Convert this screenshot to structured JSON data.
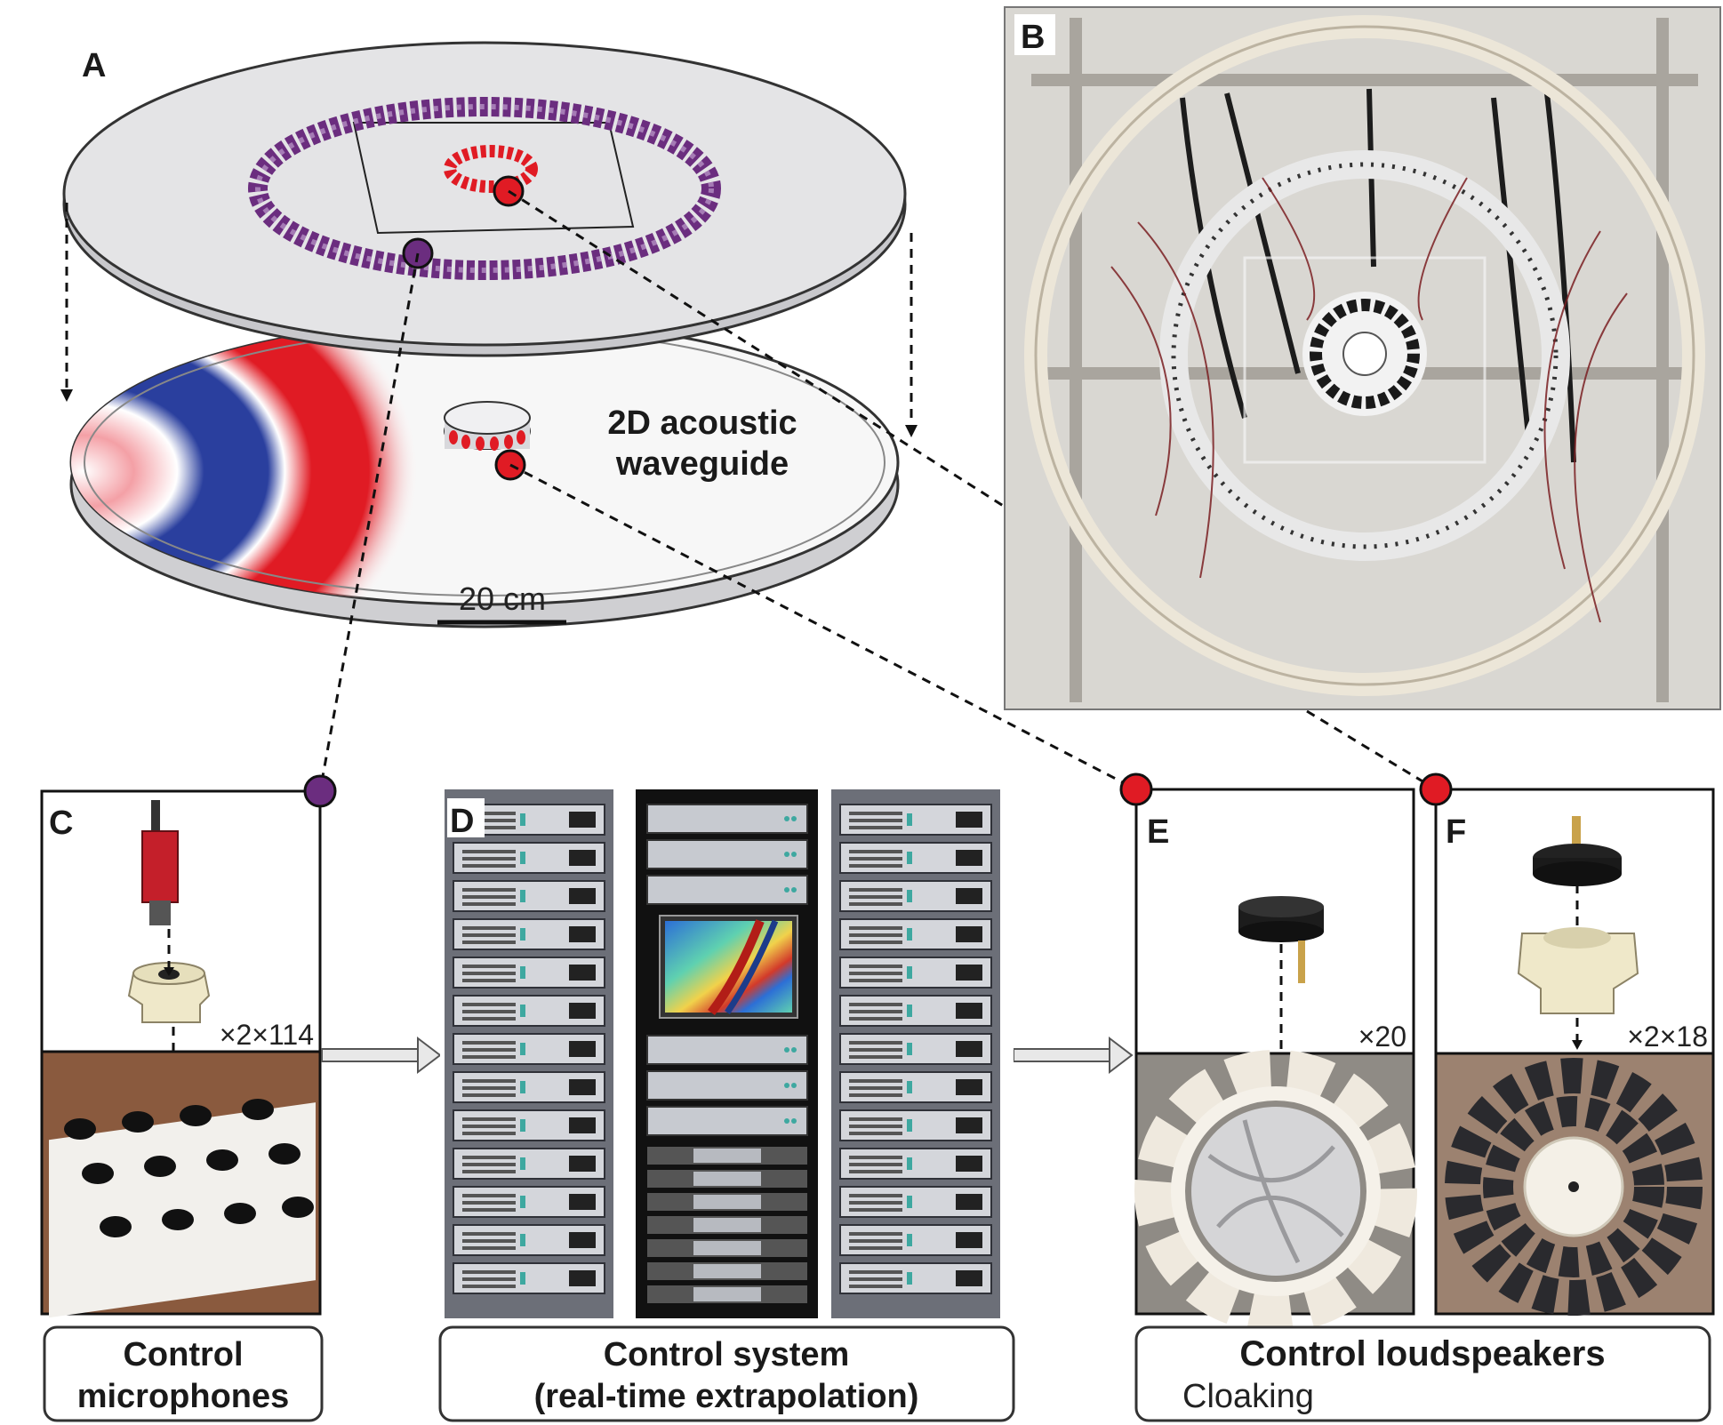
{
  "panels": {
    "a": {
      "letter": "A",
      "waveguide_line1": "2D acoustic",
      "waveguide_line2": "waveguide",
      "scale": "20 cm"
    },
    "b": {
      "letter": "B"
    },
    "c": {
      "letter": "C",
      "multiplier": "×2×114",
      "caption_line1": "Control",
      "caption_line2": "microphones"
    },
    "d": {
      "letter": "D",
      "caption_line1": "Control system",
      "caption_line2": "(real-time extrapolation)"
    },
    "e": {
      "letter": "E",
      "multiplier": "×20",
      "caption_line1": "Control loudspeakers",
      "caption_line2": "Cloaking"
    },
    "f": {
      "letter": "F",
      "multiplier": "×2×18"
    }
  },
  "colors": {
    "purple": "#6b2d7f",
    "red": "#e01b24",
    "blue": "#2a3f9e",
    "frame": "#e8e2d6",
    "rack": "#6c6f78"
  }
}
